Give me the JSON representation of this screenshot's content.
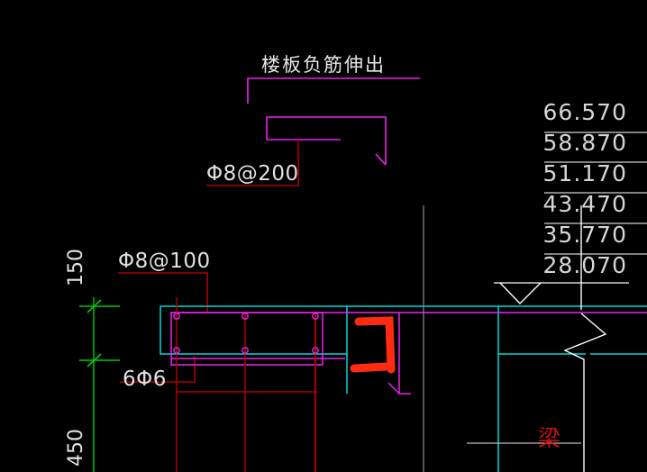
{
  "drawing": {
    "background_color": "#000000",
    "title_note": "楼板负筋伸出",
    "annotations": {
      "stirrup_upper": "Φ8@200",
      "stirrup_lower": "Φ8@100",
      "rebar_count": "6Φ6",
      "beam_label": "梁"
    },
    "dimensions": {
      "upper": "150",
      "lower": "450"
    },
    "elevations": [
      "66.570",
      "58.870",
      "51.170",
      "43.470",
      "35.770",
      "28.070"
    ],
    "colors": {
      "slab_outline": "#00d8d8",
      "stirrup": "#ee22ee",
      "rebar": "#aa0000",
      "markup": "#ff2b10",
      "dimension": "#00cc00",
      "text": "#d9d9d9",
      "grid_line": "#888888",
      "beam_label": "#cc1111"
    },
    "layers": {
      "slab": "slab-section",
      "stirrup": "stirrup-cage",
      "rebar": "longitudinal-rebar",
      "markup": "redline-markup",
      "level_marker": "elevation-triangle",
      "break_line": "zigzag-break"
    }
  }
}
